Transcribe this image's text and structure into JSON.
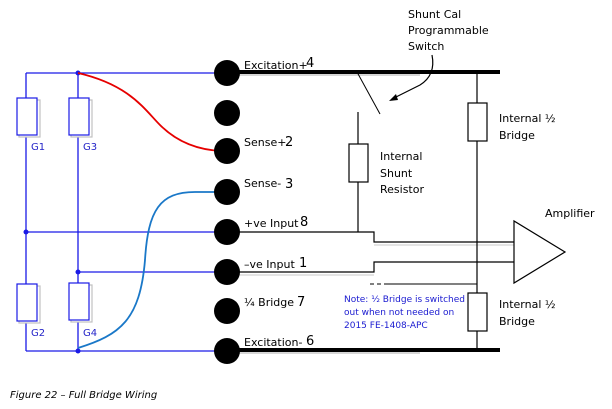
{
  "figure": {
    "caption": "Figure 22 – Full Bridge Wiring",
    "colors": {
      "bridge_wire": "#1a1ae6",
      "sense_plus_wire": "#e60000",
      "sense_minus_wire": "#1a78c8",
      "conductor": "#000000",
      "note_text": "#1a1ad0"
    }
  },
  "gauges": [
    "G1",
    "G3",
    "G2",
    "G4"
  ],
  "pins": [
    {
      "label": "Excitation+",
      "number": "4"
    },
    {
      "label": "",
      "number": ""
    },
    {
      "label": "Sense+",
      "number": "2"
    },
    {
      "label": "Sense-",
      "number": "3"
    },
    {
      "label": "+ve Input",
      "number": "8"
    },
    {
      "label": "–ve Input",
      "number": "1"
    },
    {
      "label": "¼ Bridge",
      "number": "7"
    },
    {
      "label": "Excitation-",
      "number": "6"
    }
  ],
  "labels": {
    "shunt_switch": [
      "Shunt Cal",
      "Programmable",
      "Switch"
    ],
    "shunt_resistor": [
      "Internal",
      "Shunt",
      "Resistor"
    ],
    "half_bridge_top": [
      "Internal  ½",
      "Bridge"
    ],
    "half_bridge_bottom": [
      "Internal  ½",
      "Bridge"
    ],
    "amplifier": "Amplifier",
    "note": [
      "Note: ½ Bridge is switched",
      "out when not needed on",
      "2015 FE-1408-APC"
    ]
  }
}
